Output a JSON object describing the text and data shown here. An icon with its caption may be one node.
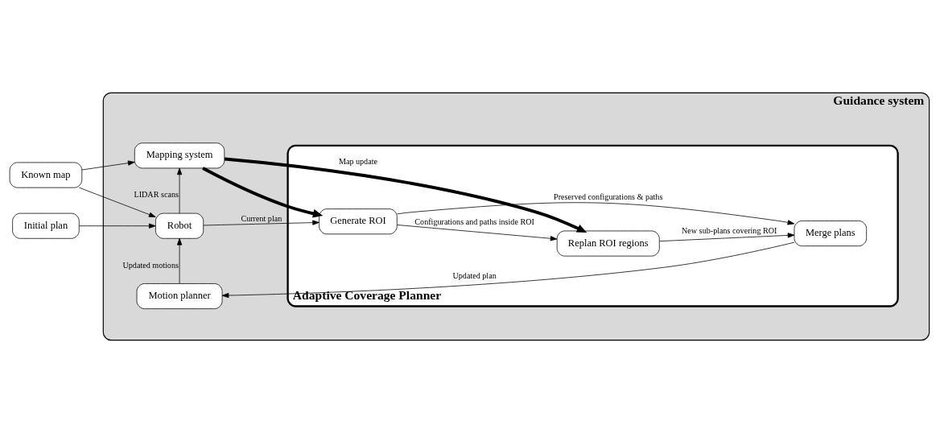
{
  "diagram": {
    "nodes": [
      {
        "text": [
          "Guidance system"
        ]
      },
      {
        "text": [
          "Motion planner"
        ],
        "in": 0
      },
      {
        "text": [
          "Robot"
        ],
        "in": 0
      },
      {
        "text": [
          "Mapping system"
        ],
        "in": 0
      },
      {
        "text": [
          "Adaptive Coverage Planner"
        ],
        "in": 0
      },
      {
        "text": [
          "Generate ROI"
        ],
        "in": 4
      },
      {
        "text": [
          "Merge plans"
        ],
        "in": 4
      },
      {
        "text": [
          "Replan ROI regions"
        ],
        "in": 4
      },
      {
        "text": [
          "Initial plan"
        ]
      },
      {
        "text": [
          "Known map"
        ]
      }
    ],
    "edges": [
      {
        "from": 6,
        "to": 1,
        "arrow": "to",
        "label": "Updated plan"
      },
      {
        "from": 1,
        "to": 2,
        "arrow": "to",
        "label": "Updated motions"
      },
      {
        "from": 8,
        "to": 2,
        "arrow": "to"
      },
      {
        "from": 9,
        "to": 2,
        "arrow": "to"
      },
      {
        "from": 9,
        "to": 3,
        "arrow": "to"
      },
      {
        "from": 2,
        "to": 5,
        "arrow": "to",
        "label": "Current plan"
      },
      {
        "from": 2,
        "to": 3,
        "arrow": "to",
        "label": "LIDAR scans"
      },
      {
        "from": 5,
        "to": 6,
        "arrow": "to",
        "label": "Preserved configurations & paths"
      },
      {
        "from": 5,
        "to": 7,
        "arrow": "to",
        "label": "Configurations and paths inside ROI"
      },
      {
        "from": 3,
        "to": 7,
        "arrow": "to",
        "label": "Map update",
        "style": "thick"
      },
      {
        "from": 3,
        "to": 5,
        "arrow": "to",
        "style": "thick"
      },
      {
        "from": 7,
        "to": 6,
        "arrow": "to",
        "label": "New sub-plans covering ROI"
      }
    ]
  }
}
